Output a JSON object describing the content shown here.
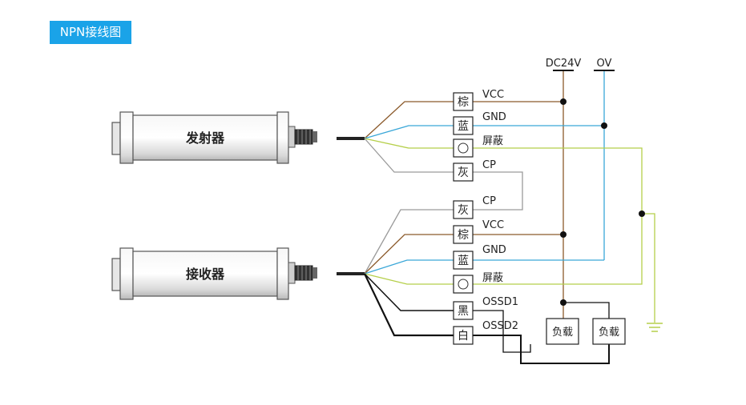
{
  "title": "NPN接线图",
  "devices": {
    "emitter": "发射器",
    "receiver": "接收器"
  },
  "supply": {
    "dc": "DC24V",
    "zero": "OV"
  },
  "colors": {
    "brown": "#8b5a2b",
    "blue": "#3aa7d8",
    "green_yellow": "#b5cf4a",
    "gray": "#9a9a9a",
    "black": "#111111",
    "accent": "#1aa3e8"
  },
  "emitter_wires": [
    {
      "color_label": "棕",
      "signal": "VCC"
    },
    {
      "color_label": "蓝",
      "signal": "GND"
    },
    {
      "color_label": "",
      "signal": "屏蔽"
    },
    {
      "color_label": "灰",
      "signal": "CP"
    }
  ],
  "receiver_wires": [
    {
      "color_label": "灰",
      "signal": "CP"
    },
    {
      "color_label": "棕",
      "signal": "VCC"
    },
    {
      "color_label": "蓝",
      "signal": "GND"
    },
    {
      "color_label": "",
      "signal": "屏蔽"
    },
    {
      "color_label": "黑",
      "signal": "OSSD1"
    },
    {
      "color_label": "白",
      "signal": "OSSD2"
    }
  ],
  "loads": [
    "负载",
    "负载"
  ]
}
